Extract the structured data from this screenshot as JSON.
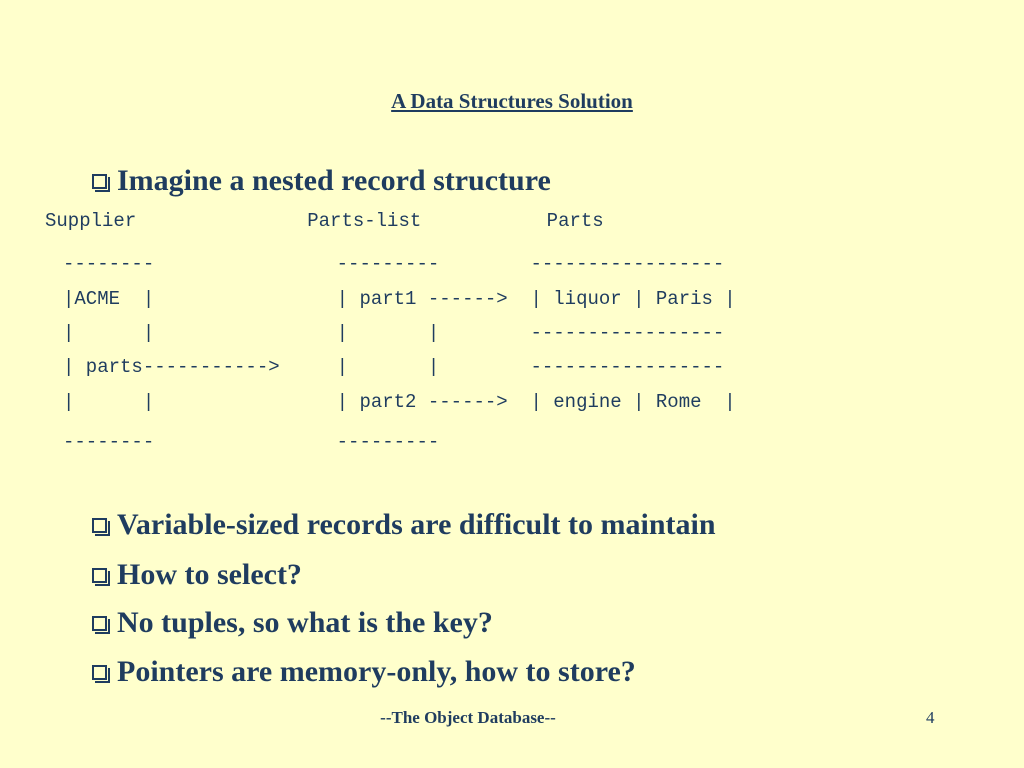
{
  "slide": {
    "title": "A Data Structures Solution",
    "bullets_top": [
      "Imagine a nested record structure"
    ],
    "diagram": {
      "header": "Supplier               Parts-list           Parts",
      "lines": [
        "--------                ---------        -----------------",
        "|ACME  |                | part1 ------>  | liquor | Paris |",
        "|      |                |       |        -----------------",
        "| parts----------->     |       |        -----------------",
        "|      |                | part2 ------>  | engine | Rome  |",
        "--------                ---------"
      ]
    },
    "bullets_bottom": [
      "Variable-sized records are difficult to maintain",
      "How to select?",
      "No tuples, so what is the key?",
      "Pointers are memory-only, how to store?"
    ],
    "footer": "--The Object Database--",
    "page_number": "4"
  }
}
